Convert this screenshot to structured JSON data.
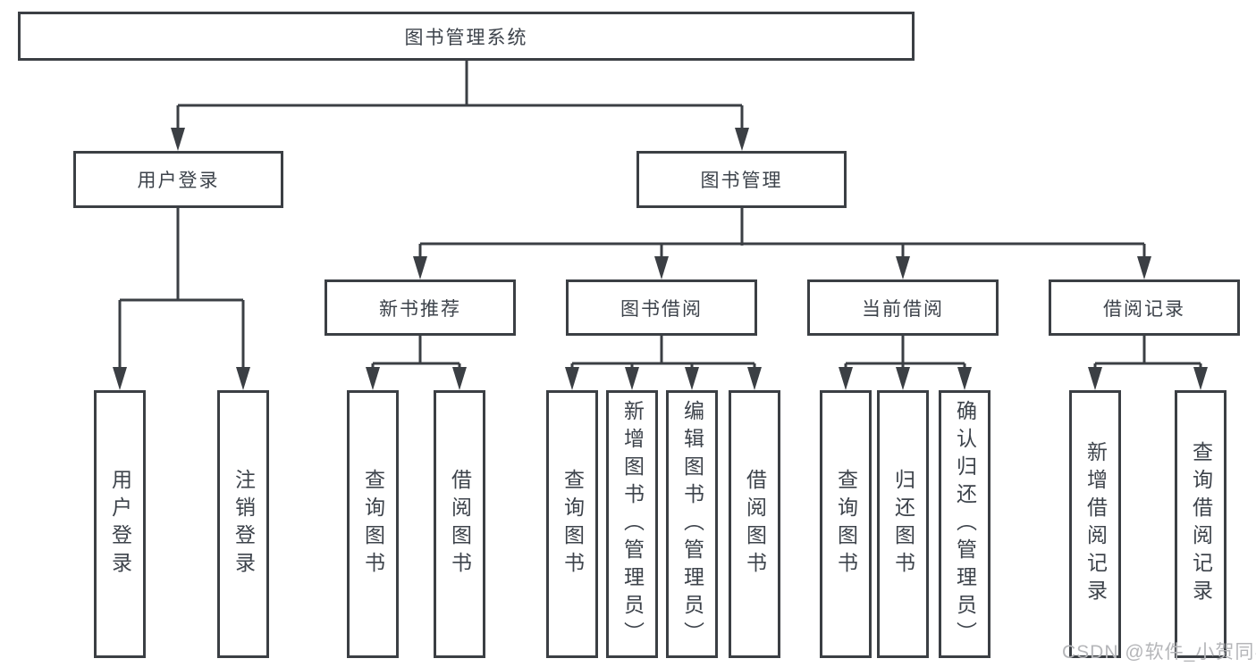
{
  "diagram": {
    "root": {
      "label": "图书管理系统"
    },
    "level2": [
      {
        "label": "用户登录",
        "children": [
          "用户登录",
          "注销登录"
        ]
      },
      {
        "label": "图书管理"
      }
    ],
    "level3": [
      {
        "label": "新书推荐",
        "children": [
          "查询图书",
          "借阅图书"
        ]
      },
      {
        "label": "图书借阅",
        "children": [
          "查询图书",
          "新增图书（管理员）",
          "编辑图书（管理员）",
          "借阅图书"
        ]
      },
      {
        "label": "当前借阅",
        "children": [
          "查询图书",
          "归还图书",
          "确认归还（管理员）"
        ]
      },
      {
        "label": "借阅记录",
        "children": [
          "新增借阅记录",
          "查询借阅记录"
        ]
      }
    ],
    "colors": {
      "line": "#3b3f44",
      "text": "#3d434b",
      "background": "#ffffff"
    }
  },
  "watermark": {
    "text": "CSDN @软件_小贺同学"
  }
}
